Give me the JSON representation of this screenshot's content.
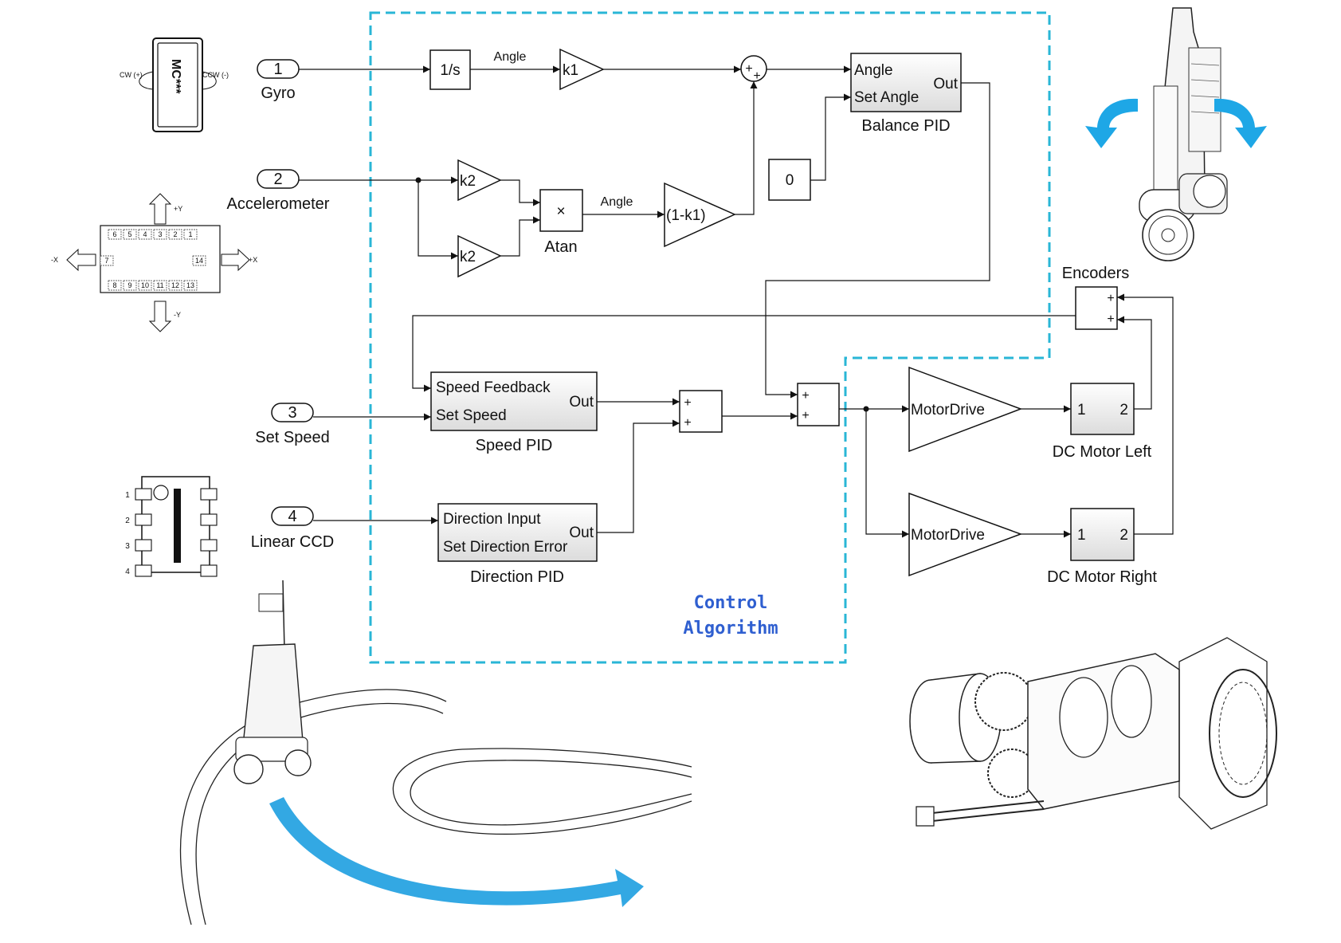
{
  "diagram": {
    "region_label": [
      "Control",
      "Algorithm"
    ],
    "region_color": "#29b6d6",
    "accent_arrow_color": "#2aa8e0",
    "inports": [
      {
        "num": "1",
        "label": "Gyro"
      },
      {
        "num": "2",
        "label": "Accelerometer"
      },
      {
        "num": "3",
        "label": "Set Speed"
      },
      {
        "num": "4",
        "label": "Linear CCD"
      }
    ],
    "blocks": {
      "integrator": "1/s",
      "gain_k1": "k1",
      "gain_k2_top": "k2",
      "gain_k2_bottom": "k2",
      "product": "×",
      "atan_label": "Atan",
      "gain_1mk1": "(1-k1)",
      "const_zero": "0",
      "signal_angle_1": "Angle",
      "signal_angle_2": "Angle",
      "sum_signs": [
        "+",
        "+"
      ],
      "balance_pid": {
        "in1": "Angle",
        "in2": "Set Angle",
        "out": "Out",
        "label": "Balance PID"
      },
      "speed_pid": {
        "in1": "Speed Feedback",
        "in2": "Set Speed",
        "out": "Out",
        "label": "Speed PID"
      },
      "direction_pid": {
        "in1": "Direction Input",
        "in2": "Set Direction Error",
        "out": "Out",
        "label": "Direction PID"
      },
      "encoders_label": "Encoders",
      "motor_drive_1": "MotorDrive",
      "motor_drive_2": "MotorDrive",
      "dc_left": {
        "in": "1",
        "out": "2",
        "label": "DC Motor Left"
      },
      "dc_right": {
        "in": "1",
        "out": "2",
        "label": "DC Motor Right"
      }
    },
    "sensor_art": {
      "gyro_cw": "CW (+)",
      "gyro_ccw": "CCW (-)",
      "gyro_chip": "MC***",
      "accel_axes": [
        "+Y",
        "-Y",
        "+X",
        "-X"
      ],
      "accel_pins_top": [
        "6",
        "5",
        "4",
        "3",
        "2",
        "1"
      ],
      "accel_pins_bottom": [
        "8",
        "9",
        "10",
        "11",
        "12",
        "13"
      ],
      "accel_pin_left": "7",
      "accel_pin_right": "14",
      "ccd_pins": [
        "1",
        "2",
        "3",
        "4"
      ]
    }
  }
}
